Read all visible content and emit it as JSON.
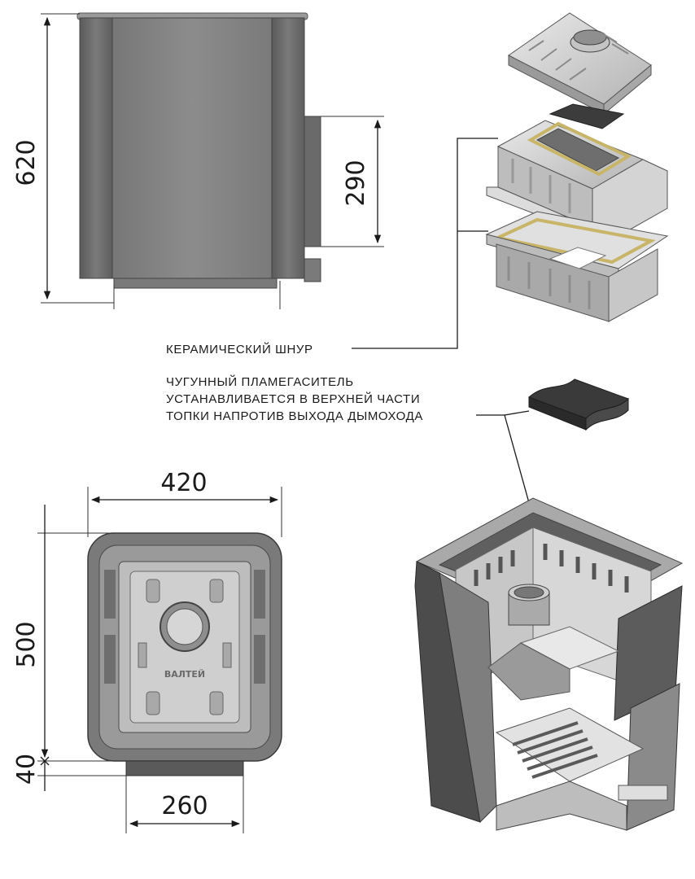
{
  "dimensions": {
    "height_total": "620",
    "height_chimney": "290",
    "width_top": "420",
    "depth_top": "500",
    "base_offset": "40",
    "width_base": "260"
  },
  "notes": {
    "ceramic_cord": "КЕРАМИЧЕСКИЙ ШНУР",
    "flame_damper": [
      "ЧУГУННЫЙ ПЛАМЕГАСИТЕЛЬ",
      "УСТАНАВЛИВАЕТСЯ В ВЕРХНЕЙ ЧАСТИ",
      "ТОПКИ НАПРОТИВ ВЫХОДА ДЫМОХОДА"
    ]
  },
  "embossed_logo": "ВАЛТЕЙ",
  "colors": {
    "metal_dark": "#6f6f6f",
    "metal_mid": "#8a8a8a",
    "metal_light": "#c9c9c9",
    "cord": "#c8b56a",
    "ink": "#1a1a1a"
  }
}
